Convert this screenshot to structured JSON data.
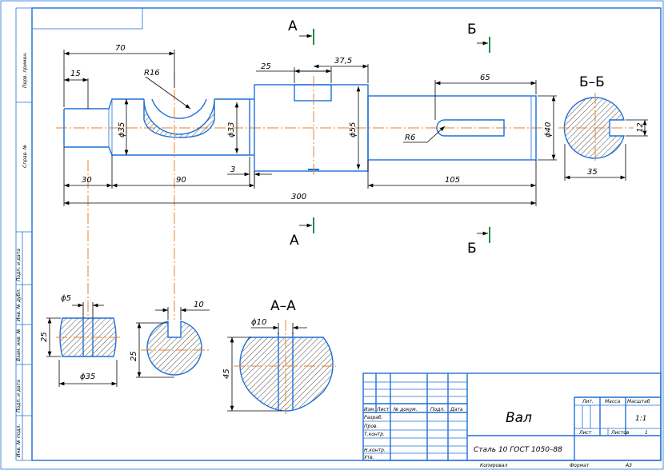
{
  "dims": {
    "d70": "70",
    "d15": "15",
    "r16": "R16",
    "d25": "25",
    "d375": "37,5",
    "d65": "65",
    "phi35": "ϕ35",
    "phi33": "ϕ33",
    "phi55": "ϕ55",
    "phi40": "ϕ40",
    "r6": "R6",
    "d3": "3",
    "d30": "30",
    "d90": "90",
    "d105": "105",
    "d300": "300",
    "d12": "12",
    "d35": "35"
  },
  "section_marks": {
    "a_top": "A",
    "a_bottom": "A",
    "b_top": "Б",
    "b_bottom": "Б",
    "bb_title": "Б–Б",
    "aa_title": "А–А"
  },
  "sections": {
    "s1": {
      "phi5": "ϕ5",
      "d25": "25",
      "phi35": "ϕ35"
    },
    "s2": {
      "d10": "10",
      "d25": "25"
    },
    "s3": {
      "phi10": "ϕ10",
      "d45": "45"
    }
  },
  "side_strip": [
    "Перв. примен.",
    "Справ. №",
    "Подп. и дата",
    "Инв. № дубл.",
    "Взам. инв. №",
    "Подп. и дата",
    "Инв. № подл."
  ],
  "title_block": {
    "name": "Вал",
    "material": "Сталь 10  ГОСТ 1050–88",
    "col_izm": "Изм.",
    "col_list": "Лист",
    "col_doc": "№ докум.",
    "col_sign": "Подп.",
    "col_date": "Дата",
    "row_razrab": "Разраб.",
    "row_prov": "Пров.",
    "row_tkontr": "Т.контр.",
    "row_nkontr": "Н.контр.",
    "row_utv": "Утв.",
    "lit": "Лит.",
    "massa": "Масса",
    "masshtab": "Масштаб",
    "scale_value": "1:1",
    "list_label": "Лист",
    "listov_label": "Листов",
    "listov_value": "1",
    "kopiroval": "Копировал",
    "format": "Формат",
    "format_value": "А3"
  }
}
